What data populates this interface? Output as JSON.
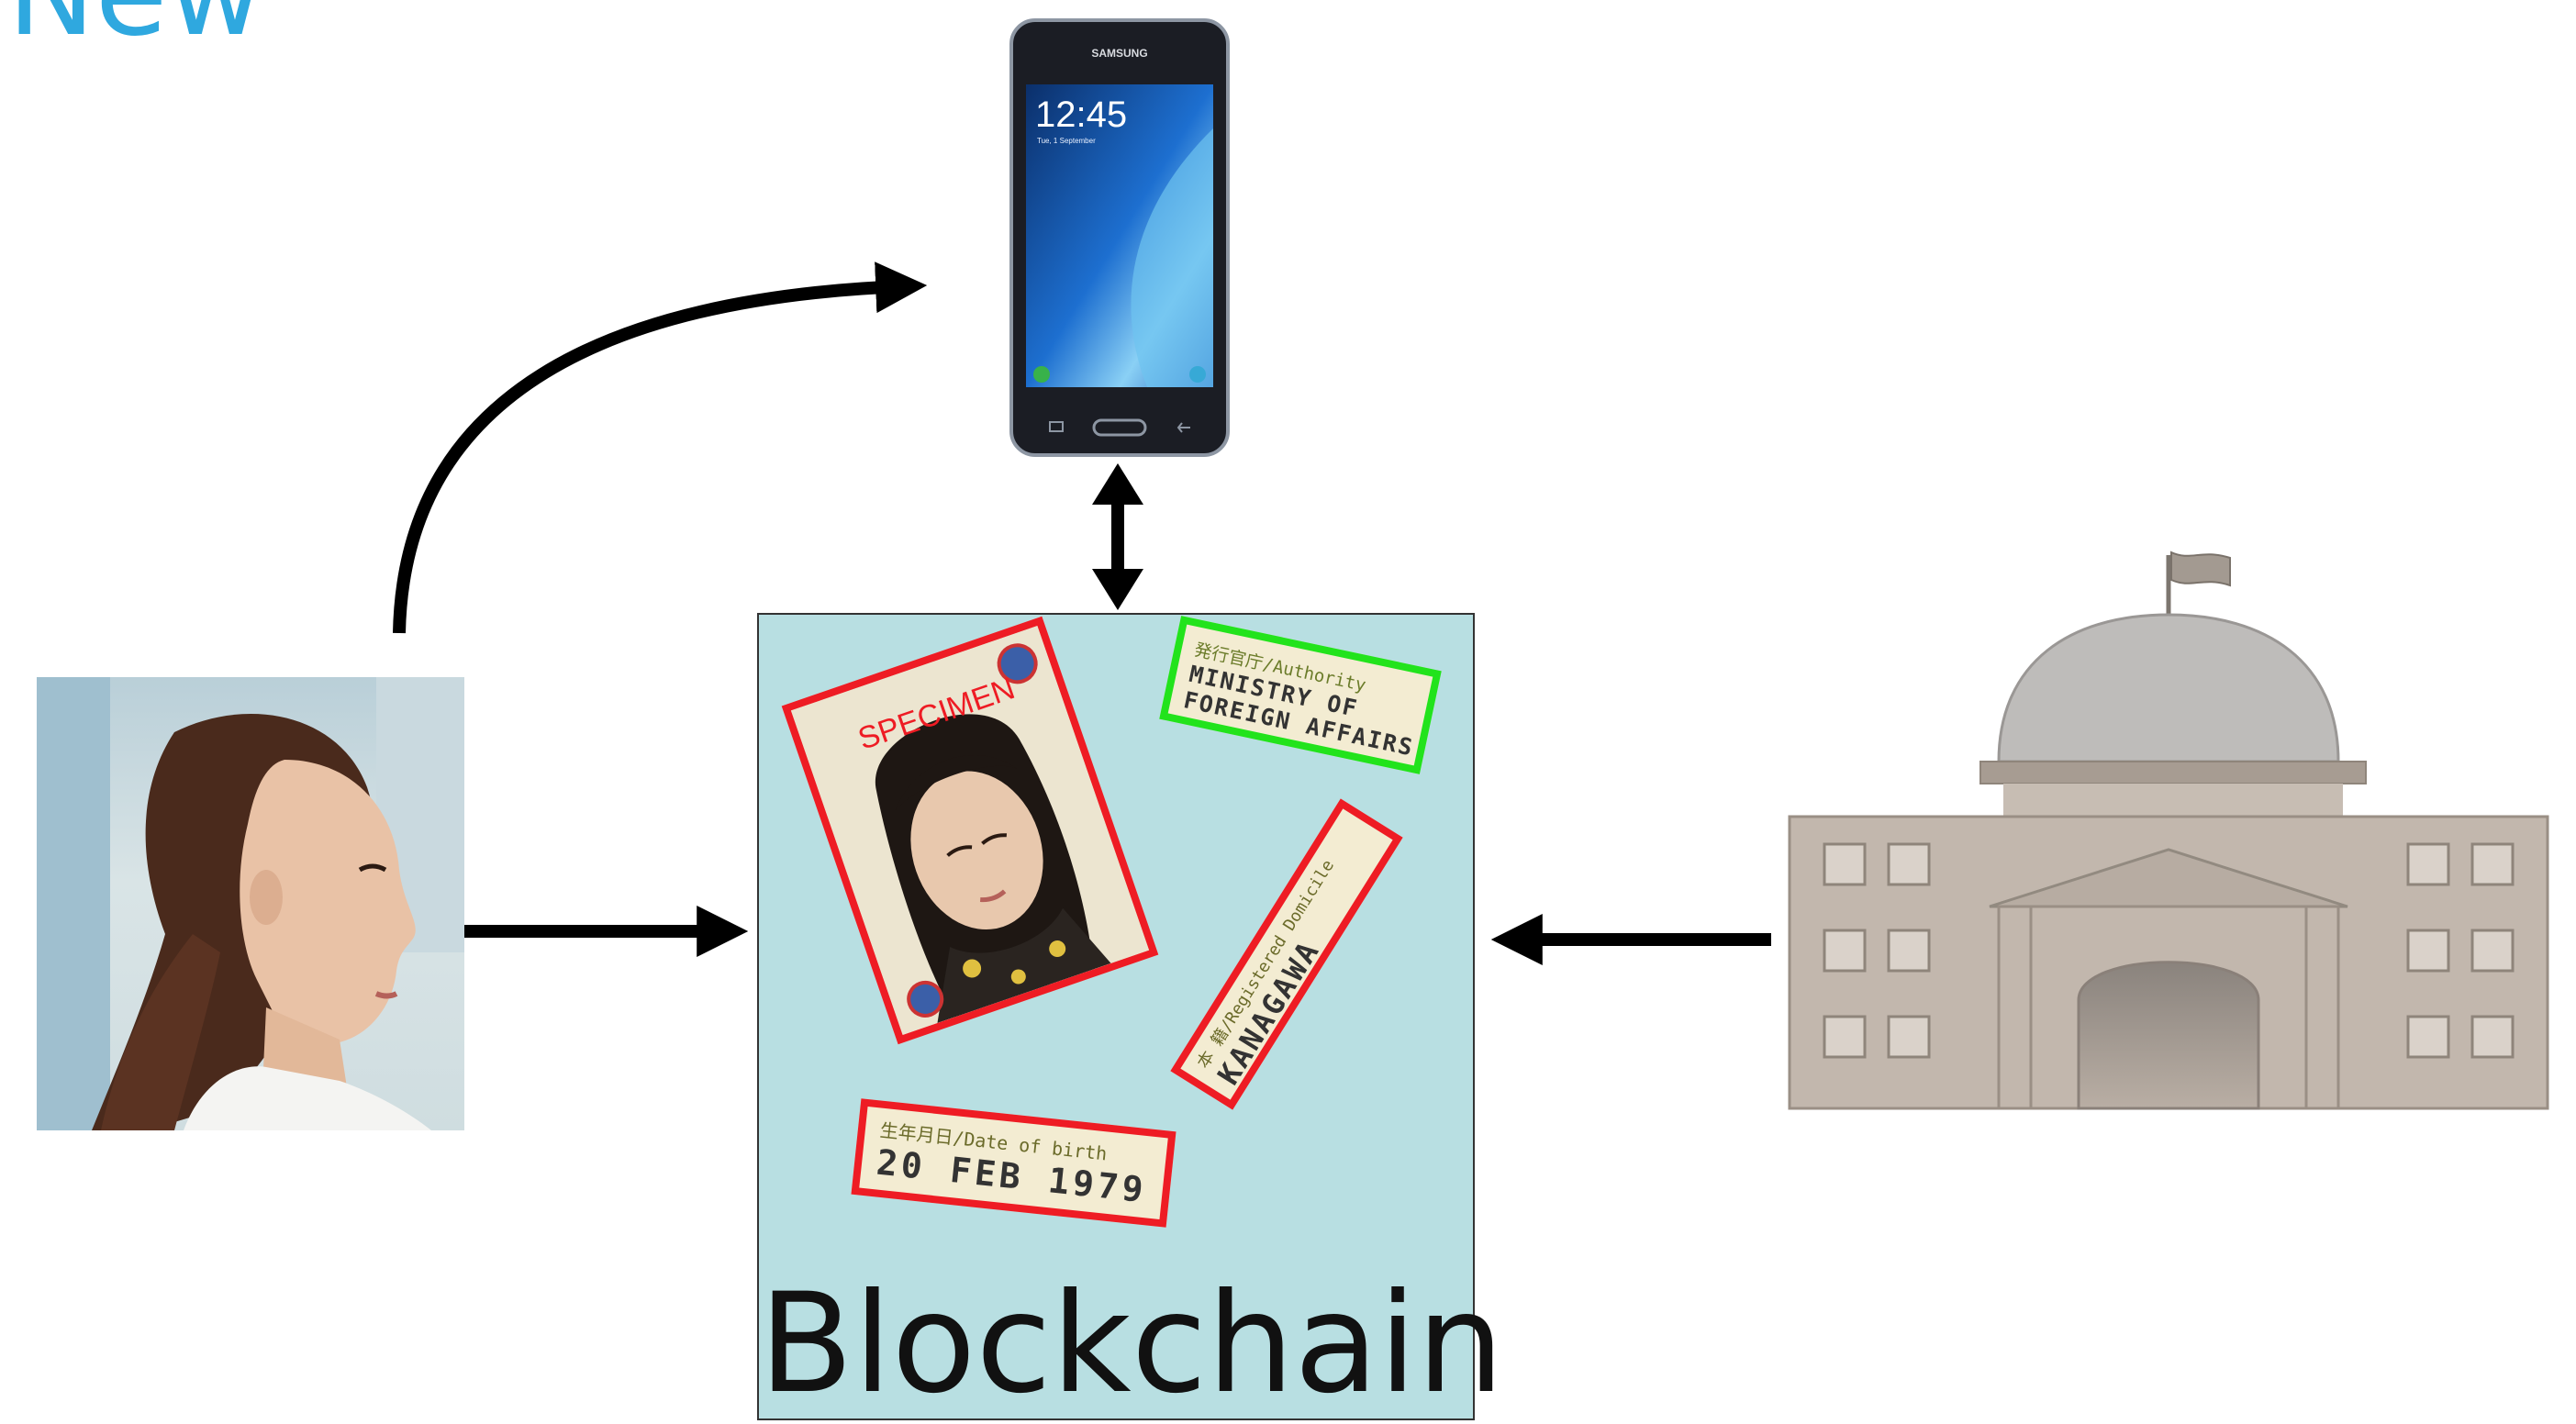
{
  "title": "New",
  "blockchain_label": "Blockchain",
  "phone": {
    "brand": "SAMSUNG",
    "time": "12:45",
    "date": "Tue, 1 September"
  },
  "id_card": {
    "specimen_label": "SPECIMEN"
  },
  "authority_stamp": {
    "line1": "発行官庁/Authority",
    "line2": "MINISTRY OF",
    "line3": "FOREIGN AFFAIRS"
  },
  "domicile_stamp": {
    "line1": "本 籍/Registered Domicile",
    "line2": "KANAGAWA"
  },
  "birth_stamp": {
    "line1": "生年月日/Date of birth",
    "line2": "20 FEB 1979"
  },
  "colors": {
    "title": "#2fa8df",
    "blockchain_fill": "#b8dfe2",
    "red_border": "#ee1c24",
    "green_border": "#22e31c",
    "building": "#c2b7ad"
  }
}
